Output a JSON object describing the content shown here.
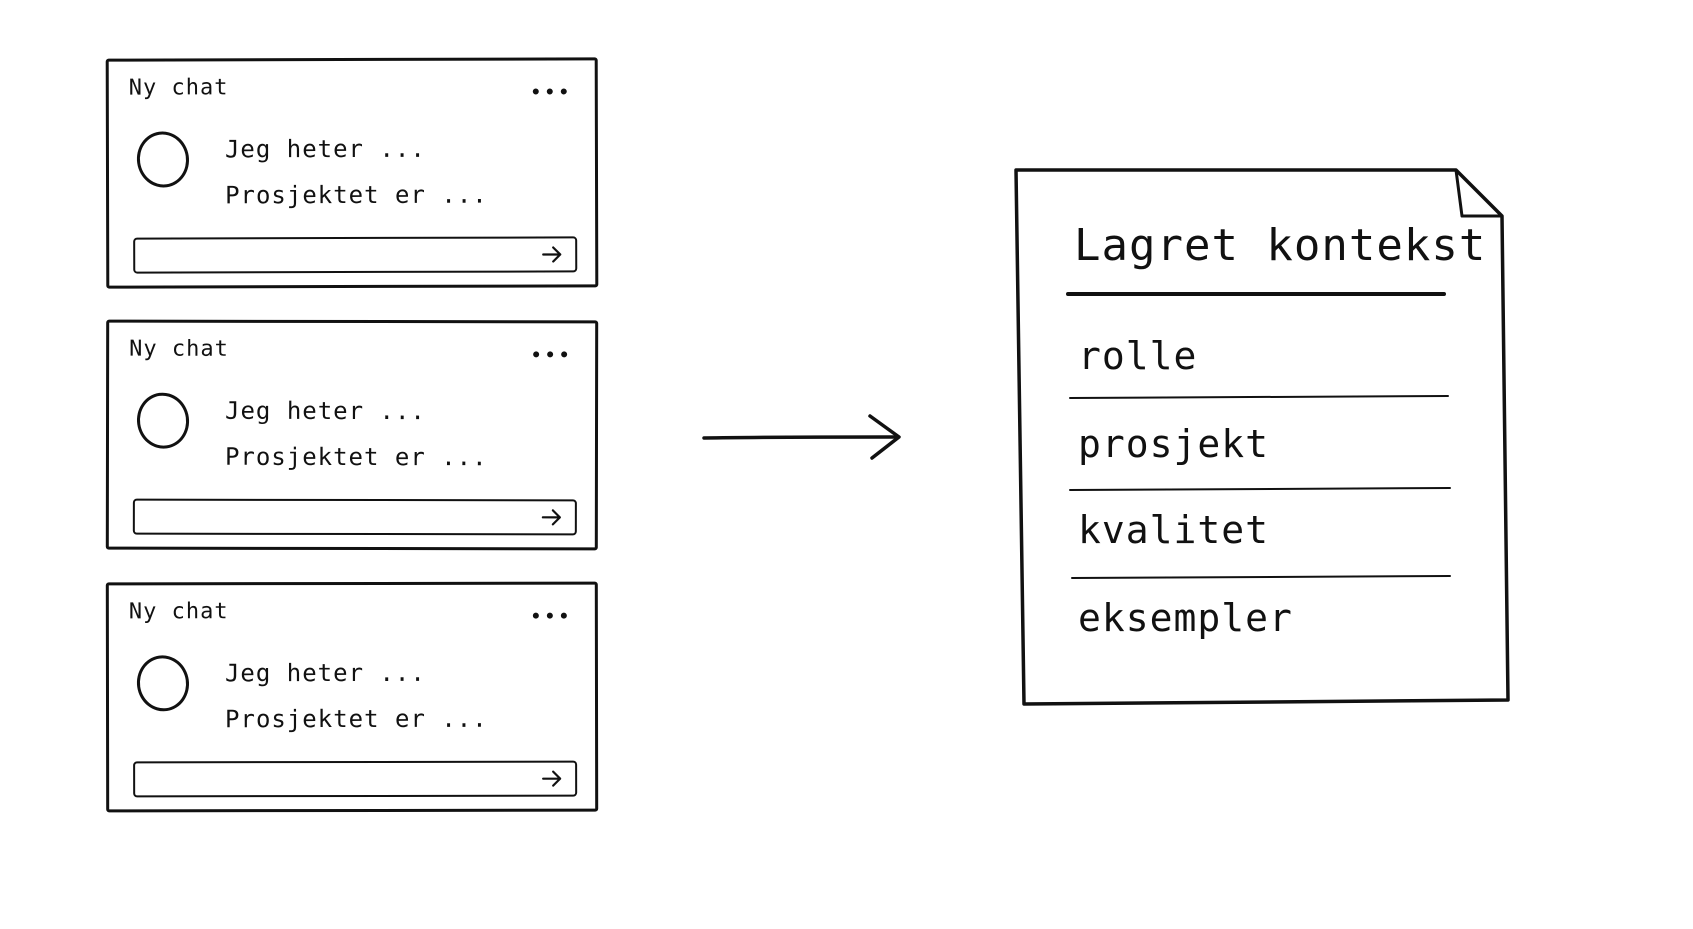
{
  "chats": [
    {
      "title": "Ny chat",
      "lines": [
        "Jeg heter ...",
        "Prosjektet er ..."
      ]
    },
    {
      "title": "Ny chat",
      "lines": [
        "Jeg heter ...",
        "Prosjektet er ..."
      ]
    },
    {
      "title": "Ny chat",
      "lines": [
        "Jeg heter ...",
        "Prosjektet er ..."
      ]
    }
  ],
  "context": {
    "title": "Lagret kontekst",
    "items": [
      "rolle",
      "prosjekt",
      "kvalitet",
      "eksempler"
    ]
  },
  "icons": {
    "menu": "more-horizontal-icon",
    "send": "arrow-right-icon",
    "avatar": "avatar-circle",
    "flow": "arrow-right-icon",
    "document": "document-icon"
  }
}
